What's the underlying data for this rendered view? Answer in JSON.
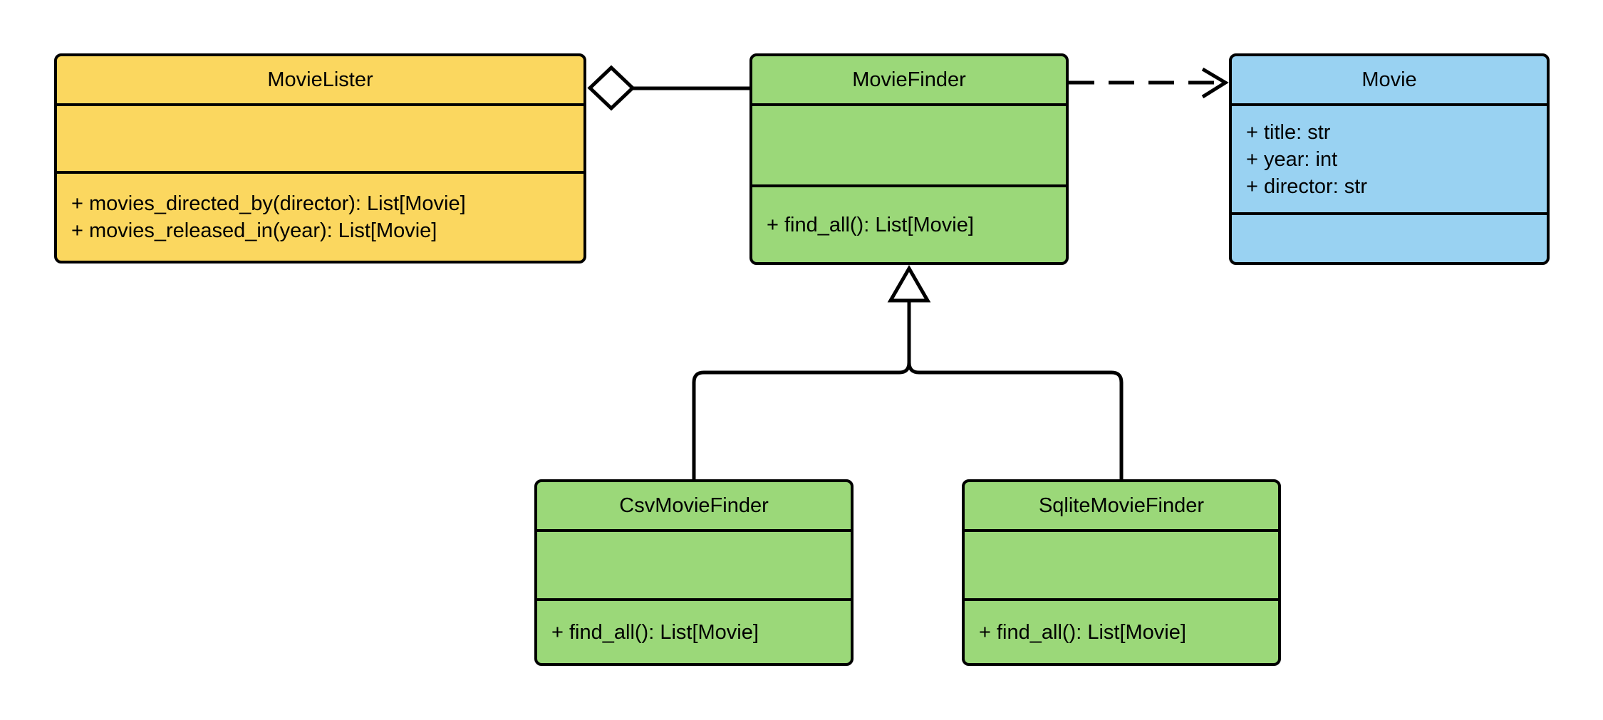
{
  "diagram": {
    "kind": "uml-class-diagram",
    "colors": {
      "yellow_fill": "#FBD75F",
      "green_fill": "#9BD879",
      "blue_fill": "#99D2F2",
      "line": "#000000",
      "shape_fill": "#FFFFFF",
      "background": "#FFFFFF"
    },
    "classes": {
      "movie_lister": {
        "name": "MovieLister",
        "fill": "#FBD75F",
        "attributes": [],
        "methods": [
          "+ movies_directed_by(director): List[Movie]",
          "+ movies_released_in(year): List[Movie]"
        ]
      },
      "movie_finder": {
        "name": "MovieFinder",
        "fill": "#9BD879",
        "attributes": [],
        "methods": [
          "+ find_all(): List[Movie]"
        ]
      },
      "movie": {
        "name": "Movie",
        "fill": "#99D2F2",
        "attributes": [
          "+ title: str",
          "+ year: int",
          "+ director: str"
        ],
        "methods": []
      },
      "csv_movie_finder": {
        "name": "CsvMovieFinder",
        "fill": "#9BD879",
        "attributes": [],
        "methods": [
          "+ find_all(): List[Movie]"
        ]
      },
      "sqlite_movie_finder": {
        "name": "SqliteMovieFinder",
        "fill": "#9BD879",
        "attributes": [],
        "methods": [
          "+ find_all(): List[Movie]"
        ]
      }
    },
    "relationships": [
      {
        "type": "aggregation",
        "from": "MovieLister",
        "to": "MovieFinder"
      },
      {
        "type": "dependency",
        "from": "MovieFinder",
        "to": "Movie"
      },
      {
        "type": "generalization",
        "from": "CsvMovieFinder",
        "to": "MovieFinder"
      },
      {
        "type": "generalization",
        "from": "SqliteMovieFinder",
        "to": "MovieFinder"
      }
    ]
  }
}
